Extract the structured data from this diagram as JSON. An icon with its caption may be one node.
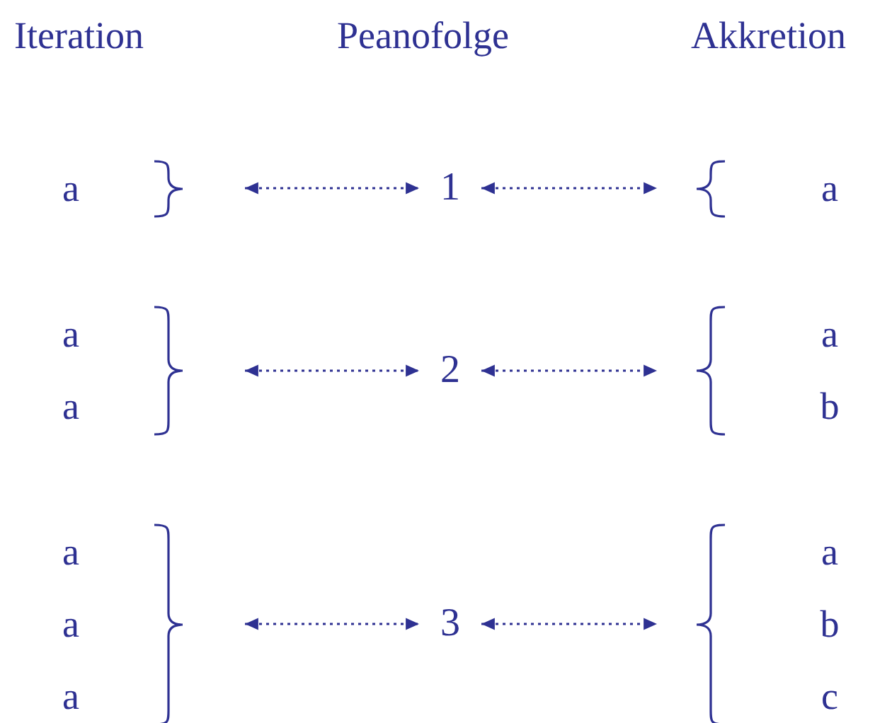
{
  "diagram": {
    "nodes": [
      {
        "text": [
          "a"
        ]
      },
      {
        "text": [
          "1"
        ]
      },
      {
        "text": [
          "a"
        ]
      },
      {
        "text": [
          "a",
          "a"
        ]
      },
      {
        "text": [
          "2"
        ]
      },
      {
        "text": [
          "a",
          "b"
        ]
      },
      {
        "text": [
          "a",
          "a",
          "a"
        ]
      },
      {
        "text": [
          "3"
        ]
      },
      {
        "text": [
          "a",
          "b",
          "c"
        ]
      }
    ],
    "edges": [
      {
        "from": 0,
        "to": 1,
        "arrow": "both",
        "style": "dashed"
      },
      {
        "from": 1,
        "to": 2,
        "arrow": "both",
        "style": "dashed"
      },
      {
        "from": 3,
        "to": 4,
        "arrow": "both",
        "style": "dashed"
      },
      {
        "from": 4,
        "to": 5,
        "arrow": "both",
        "style": "dashed"
      },
      {
        "from": 6,
        "to": 7,
        "arrow": "both",
        "style": "dashed"
      },
      {
        "from": 7,
        "to": 8,
        "arrow": "both",
        "style": "dashed"
      }
    ],
    "labels": [
      "Iteration",
      "Peanofolge",
      "Akkretion"
    ]
  }
}
